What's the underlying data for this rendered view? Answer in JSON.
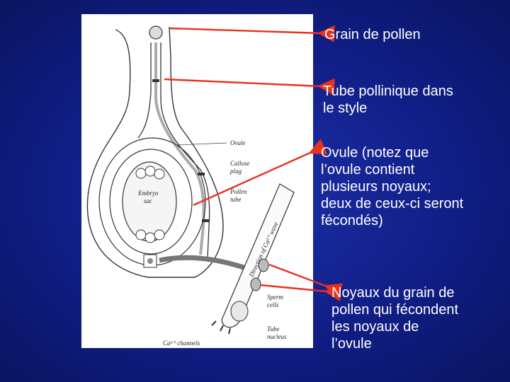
{
  "figure": {
    "labels": {
      "ovule": "Ovule",
      "callose": "Callose\nplug",
      "embryo_sac": "Embryo\nsac",
      "pollen_tube": "Pollen\ntube",
      "direction": "Direction of Ca2+ wave",
      "sperm_cells": "Sperm\ncells",
      "tube_nucleus": "Tube\nnucleus",
      "channels": "Ca2+ channels"
    }
  },
  "annotations": [
    {
      "id": "pollen-grain",
      "text": "Grain de pollen"
    },
    {
      "id": "pollen-tube",
      "text": "Tube pollinique dans\nle style"
    },
    {
      "id": "ovule",
      "text": "Ovule (notez que\nl’ovule contient\nplusieurs noyaux;\ndeux de ceux-ci seront\nfécondés)"
    },
    {
      "id": "nuclei",
      "text": "Noyaux du grain de\npollen qui fécondent\nles noyaux de\nl’ovule"
    }
  ],
  "colors": {
    "background": "#101e86",
    "arrow": "#e8321e",
    "text": "#ffffff"
  }
}
